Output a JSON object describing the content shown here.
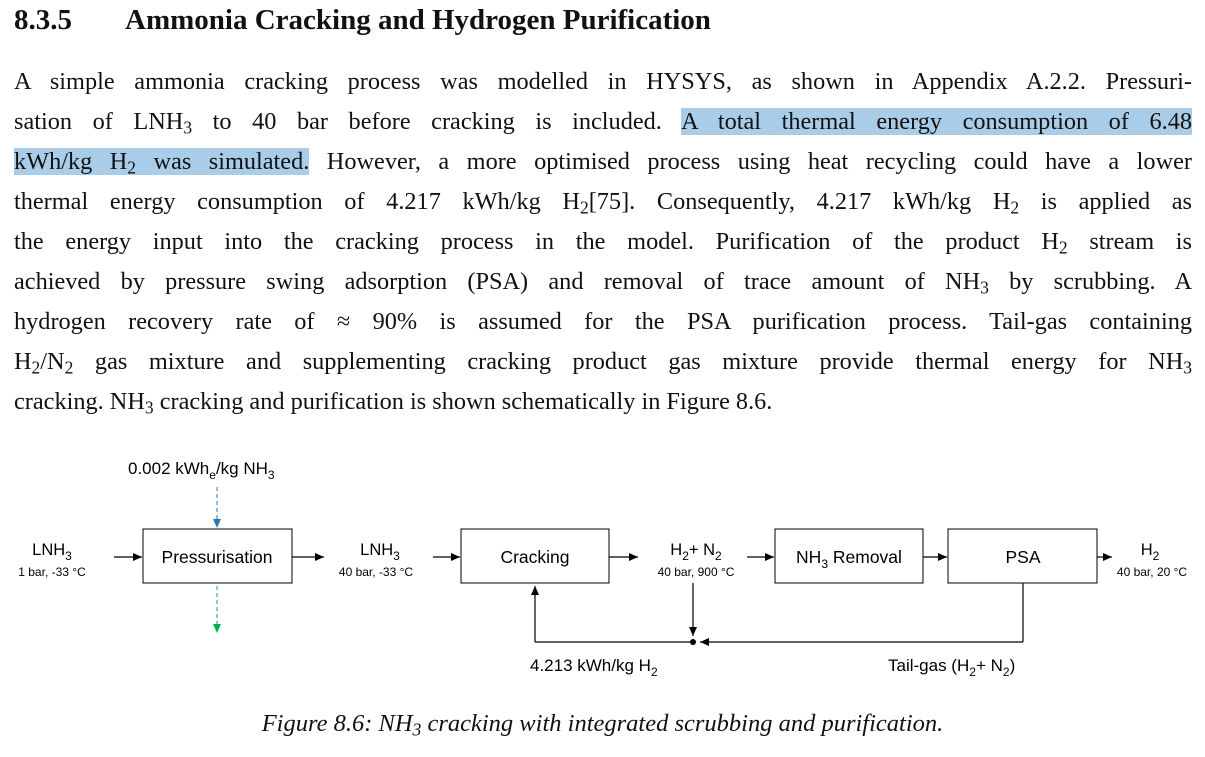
{
  "section": {
    "number": "8.3.5",
    "title": "Ammonia Cracking and Hydrogen Purification"
  },
  "paragraph": {
    "l1": "A simple ammonia cracking process was modelled in HYSYS, as shown in Appendix A.2.2. Pressuri-",
    "l2a": "sation of LNH",
    "l2sub": "3",
    "l2b": " to 40 bar before cracking is included. ",
    "l2hl": "A total thermal energy consumption of 6.48",
    "l3hl_a": "kWh/kg H",
    "l3hl_sub": "2",
    "l3hl_b": " was simulated.",
    "l3b": " However, a more optimised process using heat recycling could have a lower",
    "l4a": "thermal energy consumption of 4.217 kWh/kg H",
    "l4sub1": "2",
    "l4b": "[75]. Consequently, 4.217 kWh/kg H",
    "l4sub2": "2",
    "l4c": " is applied as",
    "l5a": "the energy input into the cracking process in the model. Purification of the product H",
    "l5sub": "2",
    "l5b": " stream is",
    "l6a": "achieved by pressure swing adsorption (PSA) and removal of trace amount of NH",
    "l6sub": "3",
    "l6b": " by scrubbing. A",
    "l7": "hydrogen recovery rate of ≈ 90% is assumed for the PSA purification process. Tail-gas containing",
    "l8a": "H",
    "l8sub1": "2",
    "l8b": "/N",
    "l8sub2": "2",
    "l8c": " gas mixture and supplementing cracking product gas mixture provide thermal energy for NH",
    "l8sub3": "3",
    "l9a": "cracking. NH",
    "l9sub": "3",
    "l9b": " cracking and purification is shown schematically in Figure 8.6."
  },
  "diagram": {
    "energy_top": {
      "a": "0.002 kWh",
      "sub": "e",
      "b": "/kg NH",
      "sub2": "3"
    },
    "inlet": {
      "name": "LNH",
      "sub": "3",
      "cond": "1 bar, -33 °C"
    },
    "box_pressurisation": "Pressurisation",
    "stream2": {
      "name": "LNH",
      "sub": "3",
      "cond": "40 bar, -33 °C"
    },
    "box_cracking": "Cracking",
    "stream3": {
      "a": "H",
      "sub1": "2",
      "b": "+ N",
      "sub2": "2",
      "cond": "40 bar, 900 °C"
    },
    "box_removal": {
      "a": "NH",
      "sub": "3",
      "b": " Removal"
    },
    "box_psa": "PSA",
    "outlet": {
      "name": "H",
      "sub": "2",
      "cond": "40 bar, 20 °C"
    },
    "energy_bottom": {
      "a": "4.213 kWh/kg H",
      "sub": "2"
    },
    "tailgas": {
      "a": "Tail-gas (H",
      "sub1": "2",
      "b": "+ N",
      "sub2": "2",
      "c": ")"
    },
    "colors": {
      "arrow_top": "#2e75b6",
      "arrow_bottom": "#00b050",
      "line": "#000000"
    }
  },
  "caption": {
    "a": "Figure 8.6: NH",
    "sub": "3",
    "b": " cracking with integrated scrubbing and purification."
  }
}
